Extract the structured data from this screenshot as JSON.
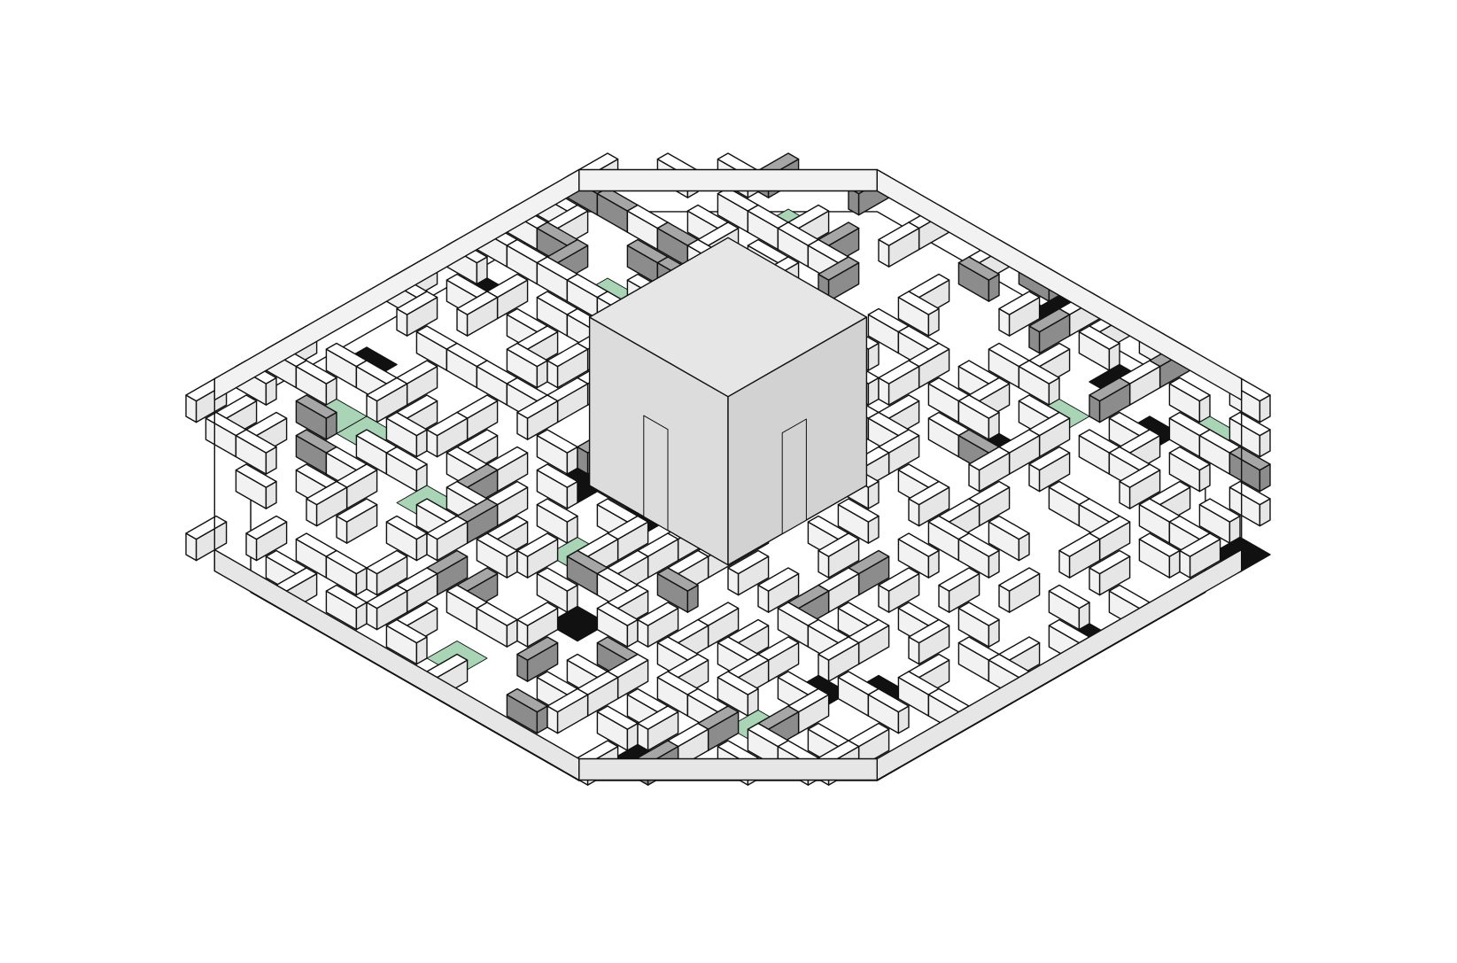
{
  "scene": {
    "view": "isometric",
    "content": "hexagonal maze",
    "sections": [
      "north",
      "west",
      "east",
      "south"
    ],
    "center_structure": "cube",
    "grid_size": 22
  },
  "palette": {
    "background": "#ffffff",
    "floor": "#ffffff",
    "wall_top": "#ffffff",
    "wall_left": "#f2f2f2",
    "wall_right": "#e6e6e6",
    "outline": "#111111",
    "raised_block_top": "#a6a6a6",
    "raised_block_side": "#8c8c8c",
    "pit": "#111111",
    "goal_tile": "#a9d5b6",
    "cube_top": "#e6e6e6",
    "cube_left": "#dcdcdc",
    "cube_right": "#d2d2d2"
  },
  "tiles": {
    "gray_blocks": 38,
    "dark_pits": 34,
    "green_tiles": 18
  }
}
